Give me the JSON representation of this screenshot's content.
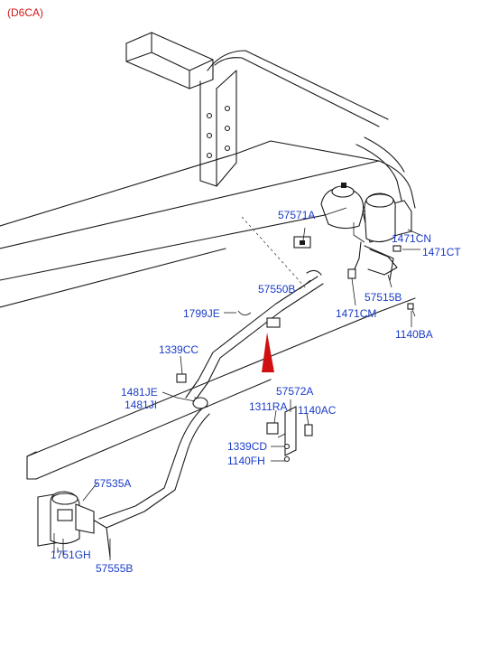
{
  "variant_label": "(D6CA)",
  "accent_color": "#1a3cc8",
  "variant_color": "#d01818",
  "marker_color": "#d01010",
  "callouts": {
    "p57571A": "57571A",
    "p1471CN": "1471CN",
    "p1471CT": "1471CT",
    "p57550B": "57550B",
    "p57515B": "57515B",
    "p1799JE": "1799JE",
    "p1471CM": "1471CM",
    "p1140BA": "1140BA",
    "p1339CC": "1339CC",
    "p57572A": "57572A",
    "p1481JE": "1481JE",
    "p1481JI": "1481JI",
    "p1311RA": "1311RA",
    "p1140AC": "1140AC",
    "p1339CD": "1339CD",
    "p1140FH": "1140FH",
    "p57535A": "57535A",
    "p1751GH": "1751GH",
    "p57555B": "57555B"
  }
}
